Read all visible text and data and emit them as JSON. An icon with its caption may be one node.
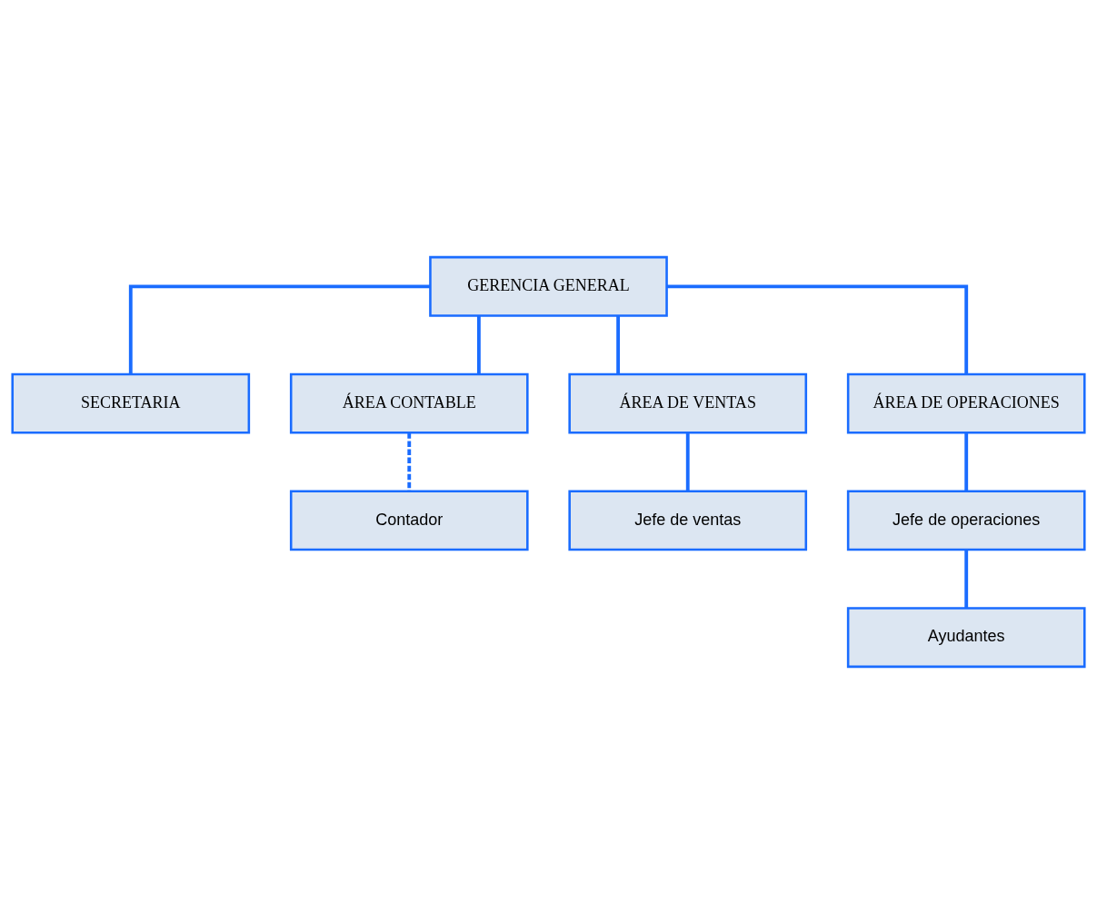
{
  "diagram": {
    "nodes": [
      {
        "text": [
          "GERENCIA GENERAL"
        ]
      },
      {
        "text": [
          "SECRETARIA"
        ]
      },
      {
        "text": [
          "ÁREA CONTABLE"
        ]
      },
      {
        "text": [
          "ÁREA DE VENTAS"
        ]
      },
      {
        "text": [
          "ÁREA DE OPERACIONES"
        ]
      },
      {
        "text": [
          "Contador"
        ]
      },
      {
        "text": [
          "Jefe de ventas"
        ]
      },
      {
        "text": [
          "Jefe de operaciones"
        ]
      },
      {
        "text": [
          "Ayudantes"
        ]
      }
    ],
    "edges": [
      {
        "from": 0,
        "to": 1,
        "arrow": "none"
      },
      {
        "from": 0,
        "to": 2,
        "arrow": "none"
      },
      {
        "from": 0,
        "to": 3,
        "arrow": "none"
      },
      {
        "from": 0,
        "to": 4,
        "arrow": "none"
      },
      {
        "from": 2,
        "to": 5,
        "arrow": "none",
        "style": "dashed"
      },
      {
        "from": 3,
        "to": 6,
        "arrow": "none"
      },
      {
        "from": 4,
        "to": 7,
        "arrow": "none"
      },
      {
        "from": 7,
        "to": 8,
        "arrow": "none"
      }
    ]
  }
}
